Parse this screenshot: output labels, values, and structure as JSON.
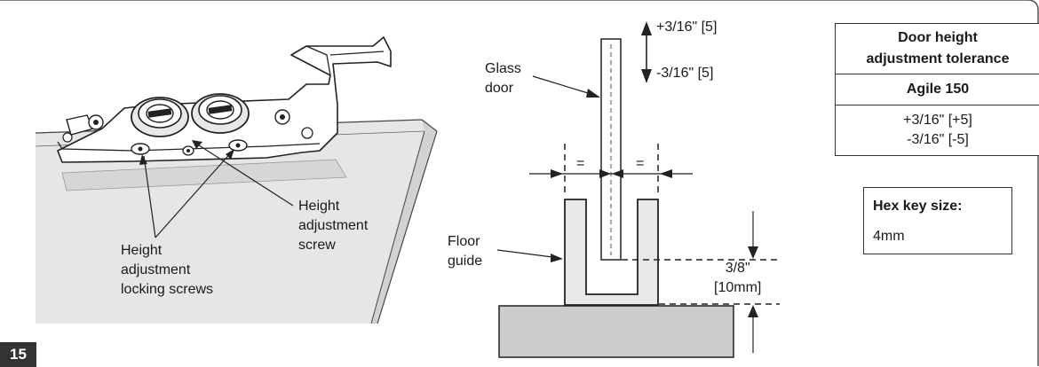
{
  "page_number": "15",
  "left_labels": {
    "height_adjustment_screw": [
      "Height",
      "adjustment",
      "screw"
    ],
    "locking_screws": [
      "Height",
      "adjustment",
      "locking screws"
    ]
  },
  "diagram_labels": {
    "plus_tolerance": "+3/16\" [5]",
    "minus_tolerance": "-3/16\" [5]",
    "glass_door": [
      "Glass",
      "door"
    ],
    "floor_guide": [
      "Floor",
      "guide"
    ],
    "equal_left": "=",
    "equal_right": "=",
    "depth": [
      "3/8\"",
      "[10mm]"
    ]
  },
  "tolerance_table": {
    "header": [
      "Door height",
      "adjustment tolerance"
    ],
    "product": "Agile 150",
    "values": [
      "+3/16\" [+5]",
      "-3/16\" [-5]"
    ]
  },
  "hex_key": {
    "title": "Hex key size:",
    "value": "4mm"
  }
}
